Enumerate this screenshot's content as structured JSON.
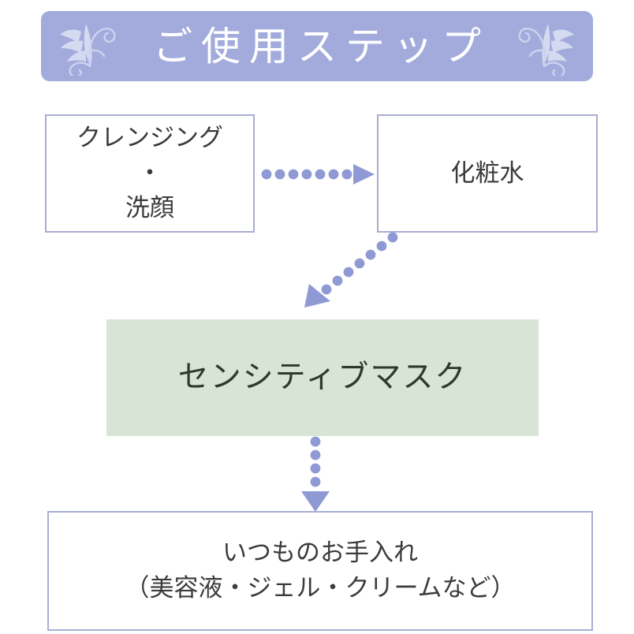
{
  "page": {
    "title": "ご使用ステップ",
    "background_color": "#ffffff"
  },
  "colors": {
    "banner_background": "#a2abdc",
    "banner_text": "#ffffff",
    "ornament": "#d4daf0",
    "box_border": "#a8aed2",
    "box_text": "#3b3b3b",
    "highlight_background": "#d7e4d6",
    "highlight_text": "#2e3a2e",
    "arrow": "#8f9ad4"
  },
  "header": {
    "label": "ご使用ステップ",
    "ornament_left": "floral-flourish-icon",
    "ornament_right": "floral-flourish-icon"
  },
  "steps": [
    {
      "id": "step-cleansing",
      "lines": [
        "クレンジング",
        "・",
        "洗顔"
      ],
      "style": "outlined"
    },
    {
      "id": "step-lotion",
      "lines": [
        "化粧水"
      ],
      "style": "outlined"
    },
    {
      "id": "step-mask",
      "lines": [
        "センシティブマスク"
      ],
      "style": "highlighted"
    },
    {
      "id": "step-routine",
      "lines": [
        "いつものお手入れ",
        "（美容液・ジェル・クリームなど）"
      ],
      "style": "outlined"
    }
  ],
  "connectors": [
    {
      "id": "connector-cleansing-to-lotion",
      "icon": "dotted-arrow-right-icon",
      "direction": "right",
      "dots": 8
    },
    {
      "id": "connector-lotion-to-mask",
      "icon": "dotted-arrow-diagonal-down-left-icon",
      "direction": "down-left",
      "dots": 8
    },
    {
      "id": "connector-mask-to-routine",
      "icon": "dotted-arrow-down-icon",
      "direction": "down",
      "dots": 5
    }
  ]
}
